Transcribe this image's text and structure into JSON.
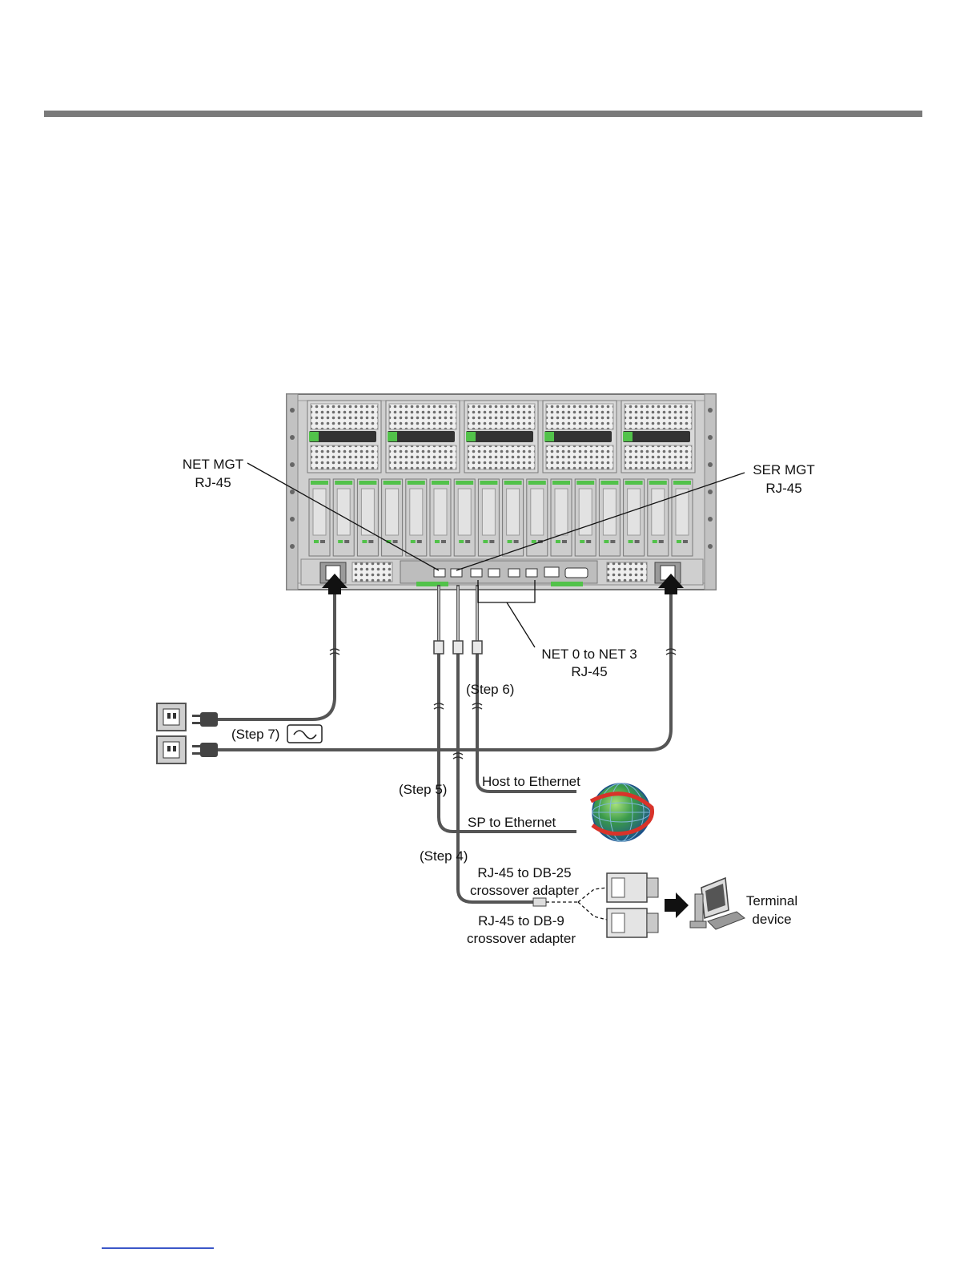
{
  "labels": {
    "net_mgt_line1": "NET MGT",
    "net_mgt_line2": "RJ-45",
    "ser_mgt_line1": "SER MGT",
    "ser_mgt_line2": "RJ-45",
    "net0_line1": "NET 0 to NET 3",
    "net0_line2": "RJ-45",
    "step6": "(Step 6)",
    "step7": "(Step 7)",
    "step5": "(Step 5)",
    "step4": "(Step 4)",
    "host_eth": "Host to Ethernet",
    "sp_eth": "SP to Ethernet",
    "db25_line1": "RJ-45 to DB-25",
    "db25_line2": "crossover adapter",
    "db9_line1": "RJ-45 to DB-9",
    "db9_line2": "crossover adapter",
    "terminal_line1": "Terminal",
    "terminal_line2": "device"
  },
  "icons": [
    "power-outlet-icon",
    "ac-power-icon",
    "globe-icon",
    "db-connector-icon",
    "terminal-computer-icon",
    "arrow-right-icon",
    "arrow-up-icon"
  ],
  "colors": {
    "chassis": "#d4d4d4",
    "accent_green": "#52c24a",
    "cable": "#555555",
    "rule": "#7a7a7a"
  }
}
